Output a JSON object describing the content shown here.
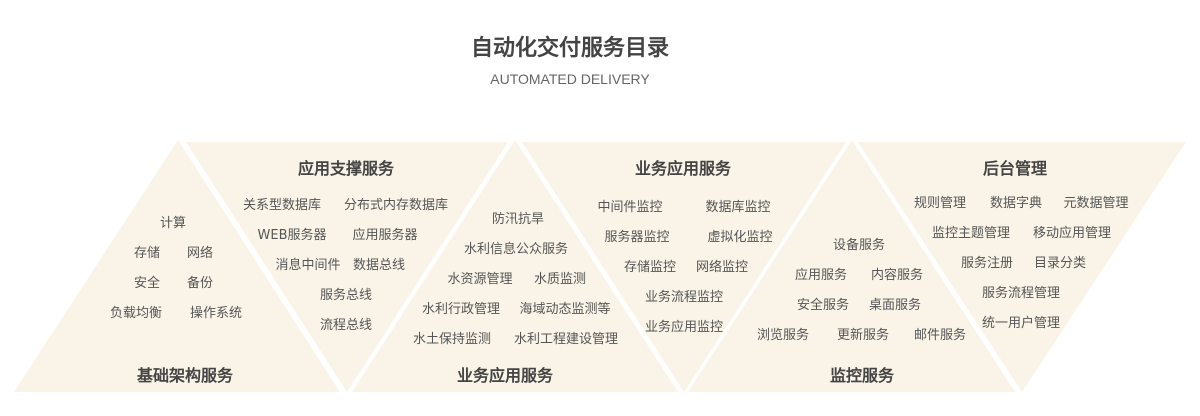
{
  "header": {
    "title": "自动化交付服务目录",
    "subtitle": "AUTOMATED DELIVERY"
  },
  "colors": {
    "panel_fill": "#faf4e8",
    "title": "#444444",
    "text": "#555555"
  },
  "panels": [
    {
      "title": "基础架构服务",
      "items": [
        [
          "计算"
        ],
        [
          "存储",
          "网络"
        ],
        [
          "安全",
          "备份"
        ],
        [
          "负载均衡",
          "操作系统"
        ]
      ]
    },
    {
      "title": "应用支撑服务",
      "items": [
        [
          "关系型数据库",
          "分布式内存数据库"
        ],
        [
          "WEB服务器",
          "应用服务器"
        ],
        [
          "消息中间件",
          "数据总线"
        ],
        [
          "服务总线"
        ],
        [
          "流程总线"
        ]
      ]
    },
    {
      "title": "业务应用服务",
      "items": [
        [
          "防汛抗旱"
        ],
        [
          "水利信息公众服务"
        ],
        [
          "水资源管理",
          "水质监测"
        ],
        [
          "水利行政管理",
          "海域动态监测等"
        ],
        [
          "水土保持监测",
          "水利工程建设管理"
        ]
      ]
    },
    {
      "title": "业务应用服务",
      "items": [
        [
          "中间件监控",
          "数据库监控"
        ],
        [
          "服务器监控",
          "虚拟化监控"
        ],
        [
          "存储监控",
          "网络监控"
        ],
        [
          "业务流程监控"
        ],
        [
          "业务应用监控"
        ]
      ]
    },
    {
      "title": "监控服务",
      "items": [
        [
          "设备服务"
        ],
        [
          "应用服务",
          "内容服务"
        ],
        [
          "安全服务",
          "桌面服务"
        ],
        [
          "浏览服务",
          "更新服务",
          "邮件服务"
        ]
      ]
    },
    {
      "title": "后台管理",
      "items": [
        [
          "规则管理",
          "数据字典",
          "元数据管理"
        ],
        [
          "监控主题管理",
          "移动应用管理"
        ],
        [
          "服务注册",
          "目录分类"
        ],
        [
          "服务流程管理"
        ],
        [
          "统一用户管理"
        ]
      ]
    }
  ]
}
